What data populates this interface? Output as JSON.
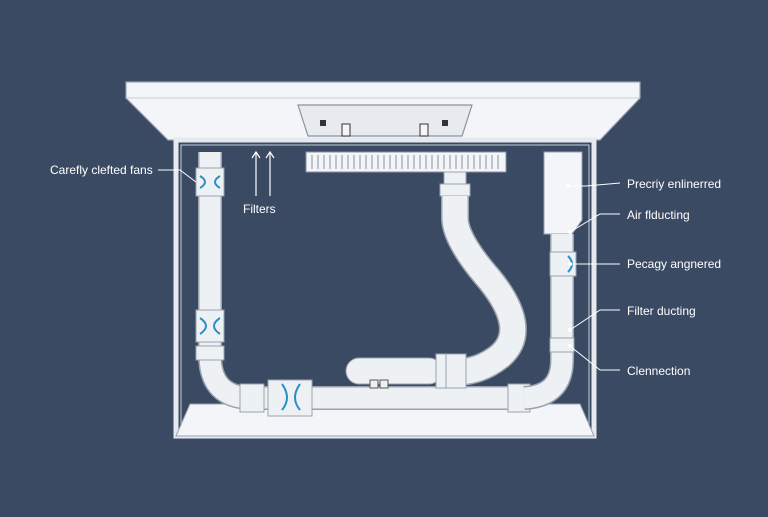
{
  "colors": {
    "background": "#3b4a63",
    "panel": "#f3f5f8",
    "outline": "#9aa3af",
    "pipe": "#eef1f4",
    "accent": "#2a8fc9"
  },
  "labels": {
    "left": "Carefly clefted fans",
    "filters": "Filters",
    "r1": "Precriy enlinerred",
    "r2": "Air flducting",
    "r3": "Pecagy angnered",
    "r4": "Filter ducting",
    "r5": "Clennection"
  },
  "icons": [
    "fan-icon",
    "arrow-up-icon",
    "vent-grille-icon"
  ]
}
